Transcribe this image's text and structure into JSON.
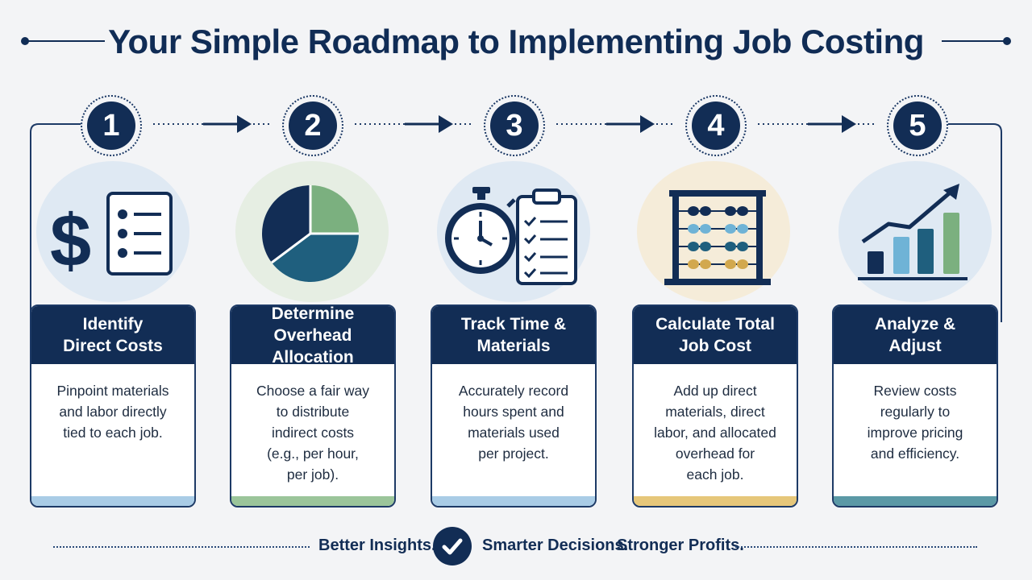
{
  "title": "Your Simple Roadmap to Implementing Job Costing",
  "steps": [
    {
      "number": "1",
      "heading": [
        "Identify",
        "Direct Costs"
      ],
      "body": [
        "Pinpoint materials",
        "and labor directly",
        "tied to each job."
      ],
      "icon": "dollar-checklist-icon",
      "bg_color": "#dfe9f3",
      "bar_color": "#a9cce6"
    },
    {
      "number": "2",
      "heading": [
        "Determine",
        "Overhead Allocation"
      ],
      "body": [
        "Choose a fair way",
        "to distribute",
        "indirect costs",
        "(e.g., per hour,",
        "per job)."
      ],
      "icon": "pie-chart-icon",
      "bg_color": "#e6eee3",
      "bar_color": "#9bc59a"
    },
    {
      "number": "3",
      "heading": [
        "Track Time &",
        "Materials"
      ],
      "body": [
        "Accurately record",
        "hours spent and",
        "materials used",
        "per project."
      ],
      "icon": "stopwatch-clipboard-icon",
      "bg_color": "#dfe9f3",
      "bar_color": "#a9cce6"
    },
    {
      "number": "4",
      "heading": [
        "Calculate Total",
        "Job Cost"
      ],
      "body": [
        "Add up direct",
        "materials, direct",
        "labor, and allocated",
        "overhead for",
        "each job."
      ],
      "icon": "abacus-icon",
      "bg_color": "#f5ecd9",
      "bar_color": "#e6c77a"
    },
    {
      "number": "5",
      "heading": [
        "Analyze &",
        "Adjust"
      ],
      "body": [
        "Review costs",
        "regularly to",
        "improve pricing",
        "and efficiency."
      ],
      "icon": "growth-bar-chart-icon",
      "bg_color": "#dfe9f3",
      "bar_color": "#5b99a6"
    }
  ],
  "footer": {
    "left": "Better Insights.",
    "middle": "Smarter Decisions.",
    "right": "Stronger Profits."
  },
  "colors": {
    "navy": "#122d55",
    "green": "#7bb07f",
    "teal": "#1f5f7e",
    "light_blue": "#6fb3d6",
    "gold": "#d2a84e"
  }
}
